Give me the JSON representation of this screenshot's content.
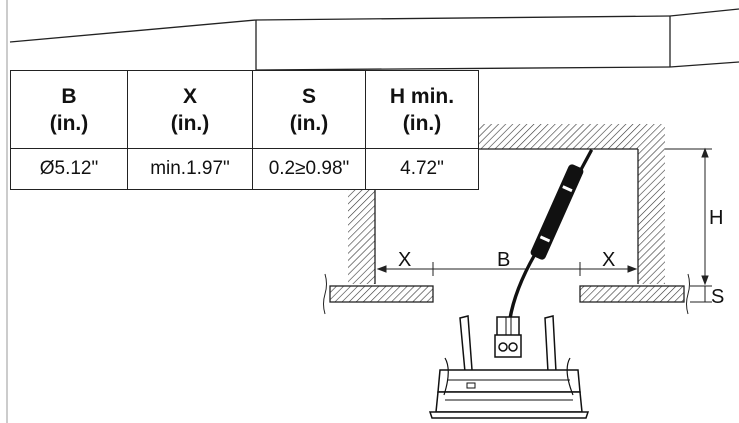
{
  "table": {
    "headers": [
      {
        "symbol": "B",
        "unit": "(in.)"
      },
      {
        "symbol": "X",
        "unit": "(in.)"
      },
      {
        "symbol": "S",
        "unit": "(in.)"
      },
      {
        "symbol": "H min.",
        "unit": "(in.)"
      }
    ],
    "row": [
      "Ø5.12\"",
      "min.1.97\"",
      "0.2≥0.98\"",
      "4.72\""
    ]
  },
  "diagram": {
    "labels": {
      "x_left": "X",
      "b": "B",
      "x_right": "X",
      "h": "H",
      "s": "S"
    }
  }
}
